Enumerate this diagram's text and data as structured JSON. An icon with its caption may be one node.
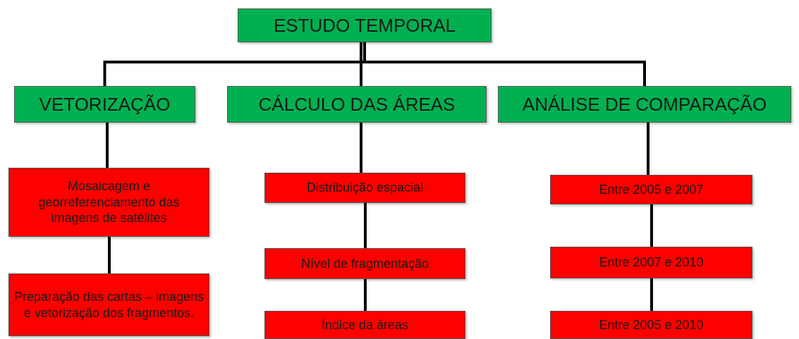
{
  "diagram": {
    "nodes": [
      {
        "text": [
          "ESTUDO TEMPORAL"
        ]
      },
      {
        "text": [
          "VETORIZAÇÃO"
        ]
      },
      {
        "text": [
          "CÁLCULO DAS ÁREAS"
        ]
      },
      {
        "text": [
          "ANÁLISE DE COMPARAÇÃO"
        ]
      },
      {
        "text": [
          "Mosaicagem e georreferenciamento das imagens de satélites"
        ]
      },
      {
        "text": [
          "Preparação das cartas – imagens e vetorização dos fragmentos."
        ]
      },
      {
        "text": [
          "Distribuição espacial"
        ]
      },
      {
        "text": [
          "Nível de fragmentação"
        ]
      },
      {
        "text": [
          "Índice da áreas"
        ]
      },
      {
        "text": [
          "Entre 2005 e 2007"
        ]
      },
      {
        "text": [
          "Entre 2007 e 2010"
        ]
      },
      {
        "text": [
          "Entre 2005 e 2010"
        ]
      }
    ],
    "edges": [
      {
        "from": 0,
        "to": 1,
        "arrow": "none"
      },
      {
        "from": 0,
        "to": 2,
        "arrow": "none"
      },
      {
        "from": 0,
        "to": 3,
        "arrow": "none"
      },
      {
        "from": 1,
        "to": 4,
        "arrow": "none"
      },
      {
        "from": 4,
        "to": 5,
        "arrow": "none"
      },
      {
        "from": 2,
        "to": 6,
        "arrow": "none"
      },
      {
        "from": 6,
        "to": 7,
        "arrow": "none"
      },
      {
        "from": 7,
        "to": 8,
        "arrow": "none"
      },
      {
        "from": 3,
        "to": 9,
        "arrow": "none"
      },
      {
        "from": 9,
        "to": 10,
        "arrow": "none"
      },
      {
        "from": 10,
        "to": 11,
        "arrow": "none"
      }
    ]
  }
}
